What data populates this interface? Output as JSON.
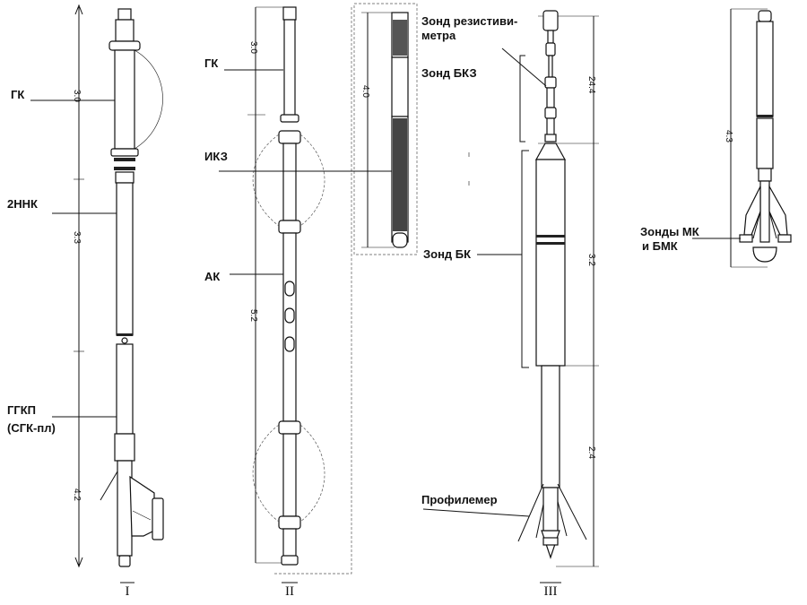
{
  "tool_1": {
    "labels": {
      "gk": "ГК",
      "nnk": "2ННК",
      "ggk": "ГГКП",
      "sgk": "(СГК-пл)"
    },
    "dims": {
      "d1": "3.0",
      "d2": "3.3",
      "d3": "4.2"
    },
    "numeral": "I"
  },
  "tool_2": {
    "labels": {
      "gk": "ГК",
      "ikz": "ИКЗ",
      "ak": "АК"
    },
    "dims": {
      "d1": "3.0",
      "d2": "5.2",
      "d3": "4.0"
    },
    "numeral": "II"
  },
  "tool_3": {
    "labels": {
      "rez_line1": "Зонд резистиви-",
      "rez_line2": "метра",
      "bkz": "Зонд БКЗ",
      "bk": "Зонд БК",
      "prof": "Профилемер"
    },
    "dims": {
      "d1": "24.4",
      "d2": "3.2",
      "d3": "2.4"
    },
    "numeral": "III"
  },
  "tool_4": {
    "labels": {
      "mk_line1": "Зонды МК",
      "mk_line2": "и БМК"
    },
    "dims": {
      "d1": "4.3"
    }
  }
}
